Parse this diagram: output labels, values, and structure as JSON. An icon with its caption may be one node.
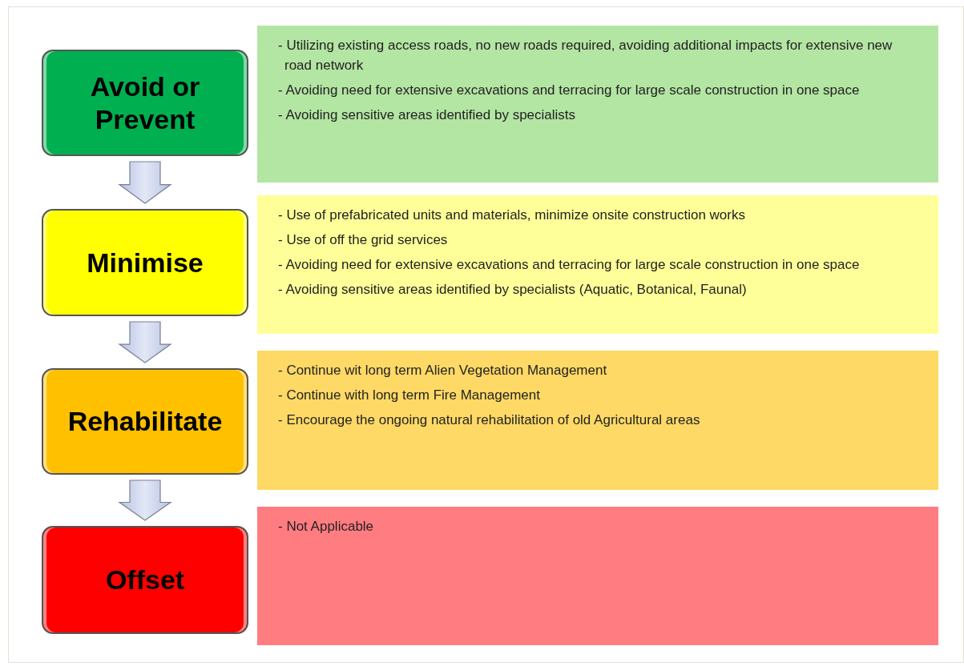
{
  "diagram": {
    "nodes": [
      {
        "text": [
          "Avoid or Prevent"
        ]
      },
      {
        "text": [
          "Minimise"
        ]
      },
      {
        "text": [
          "Rehabilitate"
        ]
      },
      {
        "text": [
          "Offset"
        ]
      },
      {
        "text": [
          "- Utilizing existing access roads, no new roads required, avoiding additional impacts for extensive new road network",
          "- Avoiding need for extensive excavations and terracing for large scale construction in one space",
          "- Avoiding sensitive areas identified by specialists"
        ]
      },
      {
        "text": [
          "- Use of prefabricated units and materials, minimize onsite construction works",
          "- Use of off the grid services",
          "- Avoiding need for extensive excavations and terracing for large scale construction in one space",
          "- Avoiding sensitive areas identified by specialists (Aquatic, Botanical, Faunal)"
        ]
      },
      {
        "text": [
          "- Continue wit long term Alien Vegetation Management",
          "- Continue with long term Fire Management",
          "- Encourage the ongoing natural rehabilitation of old Agricultural areas"
        ]
      },
      {
        "text": [
          "- Not Applicable"
        ]
      }
    ],
    "edges": [
      {
        "from": 0,
        "to": 1,
        "arrow": "to"
      },
      {
        "from": 1,
        "to": 2,
        "arrow": "to"
      },
      {
        "from": 2,
        "to": 3,
        "arrow": "to"
      }
    ]
  }
}
